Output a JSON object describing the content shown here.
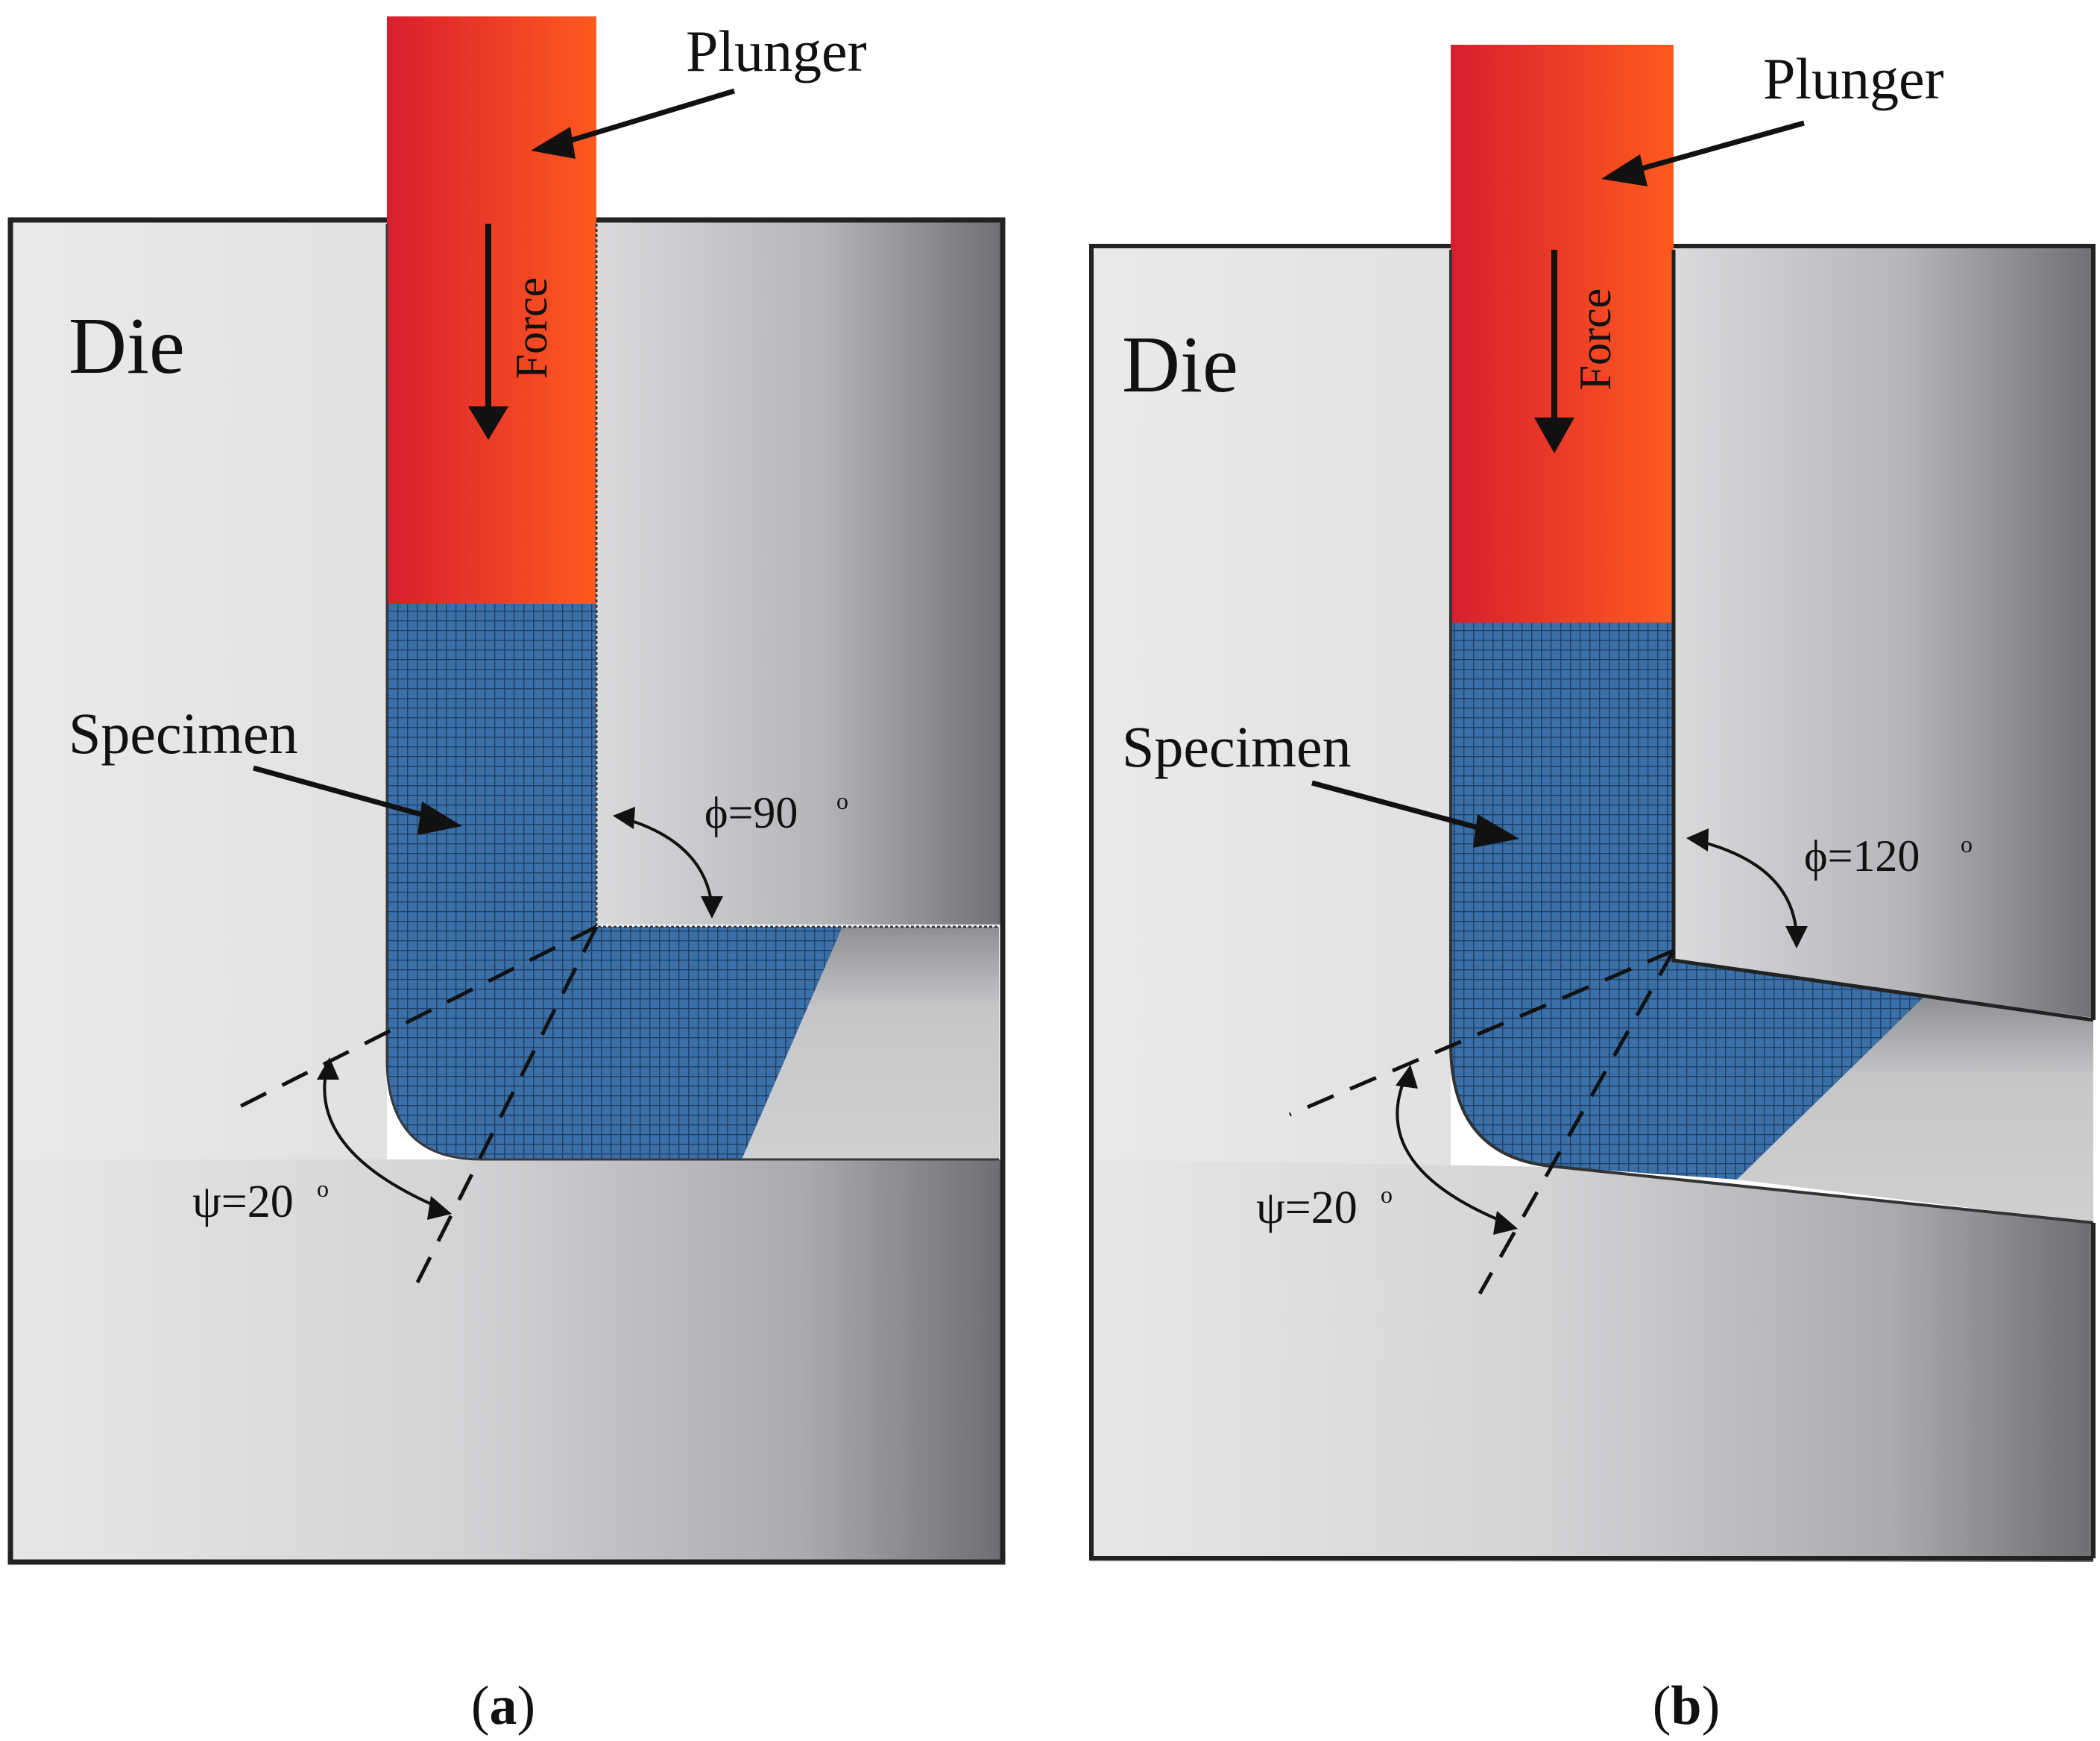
{
  "panels": [
    {
      "id": "a",
      "die_label": "Die",
      "plunger_label": "Plunger",
      "force_label": "Force",
      "specimen_label": "Specimen",
      "phi_label": "ϕ=90",
      "psi_label": "ψ=20",
      "degree_mark": "o",
      "caption_open": "(",
      "caption_letter": "a",
      "caption_close": ")"
    },
    {
      "id": "b",
      "die_label": "Die",
      "plunger_label": "Plunger",
      "force_label": "Force",
      "specimen_label": "Specimen",
      "phi_label": "ϕ=120",
      "psi_label": "ψ=20",
      "degree_mark": "o",
      "caption_open": "(",
      "caption_letter": "b",
      "caption_close": ")"
    }
  ],
  "colors": {
    "plunger_left": "#d81e2e",
    "plunger_right": "#ff5a1e",
    "specimen": "#3a6fa8",
    "mesh": "#1c3f6a",
    "die_light": "#e7e8ea",
    "die_dark": "#707276"
  }
}
